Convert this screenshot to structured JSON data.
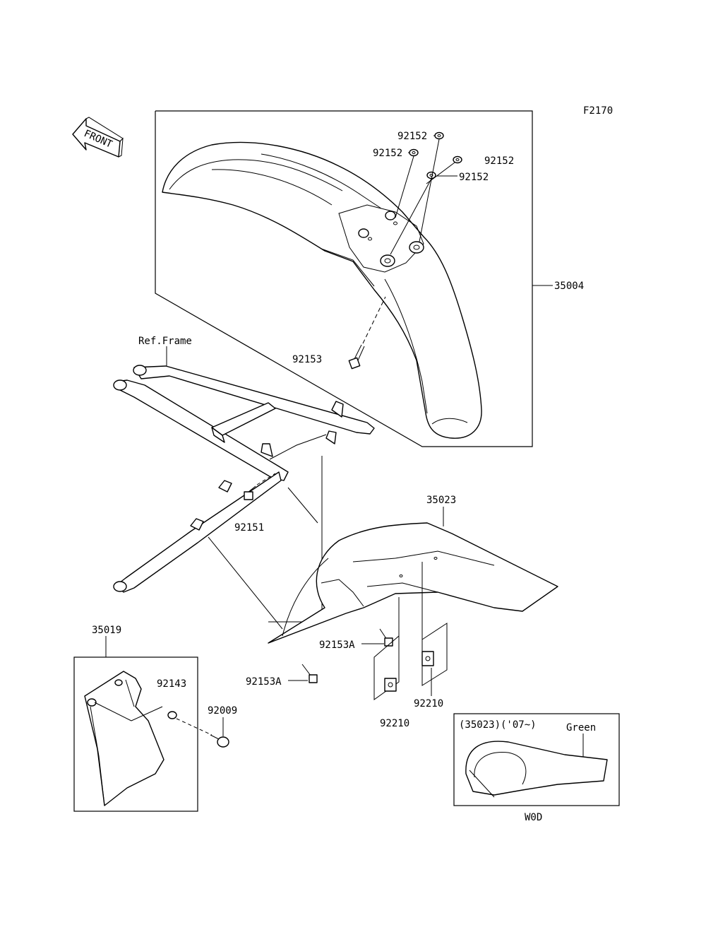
{
  "figure_code": "F2170",
  "front_arrow_text": "FRONT",
  "ref_frame_label": "Ref.Frame",
  "parts": {
    "front_fender": "35004",
    "rear_fender": "35023",
    "mud_flap": "35019",
    "washer_a": "92152",
    "washer_b": "92152",
    "washer_c": "92152",
    "washer_d": "92152",
    "front_bolt": "92153",
    "rear_bolt_1": "92153A",
    "rear_bolt_2": "92153A",
    "frame_bolt": "92151",
    "nut_clip_1": "92210",
    "nut_clip_2": "92210",
    "collar": "92143",
    "screw": "92009"
  },
  "inset": {
    "title": "(35023)('07~)",
    "color_label": "Green",
    "model_code": "W0D"
  }
}
